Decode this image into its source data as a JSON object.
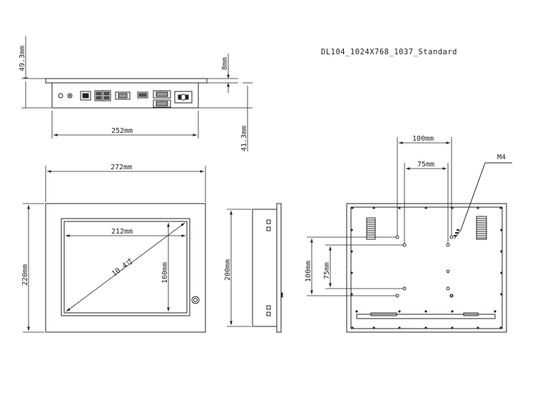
{
  "title": "DL104_1024X768_1037_Standard",
  "top_view": {
    "height_label": "49.3mm",
    "bezel_label": "8mm",
    "width_label": "252mm",
    "body_label": "41.3mm"
  },
  "front_view": {
    "width_label": "272mm",
    "height_label": "220mm",
    "screen_width_label": "212mm",
    "screen_height_label": "160mm",
    "diagonal_label": "10.4寸"
  },
  "side_view": {
    "height_label": "200mm"
  },
  "back_view": {
    "hole_h_outer_label": "100mm",
    "hole_h_inner_label": "75mm",
    "hole_v_outer_label": "100mm",
    "hole_v_inner_label": "75mm",
    "screw_label": "M4"
  }
}
